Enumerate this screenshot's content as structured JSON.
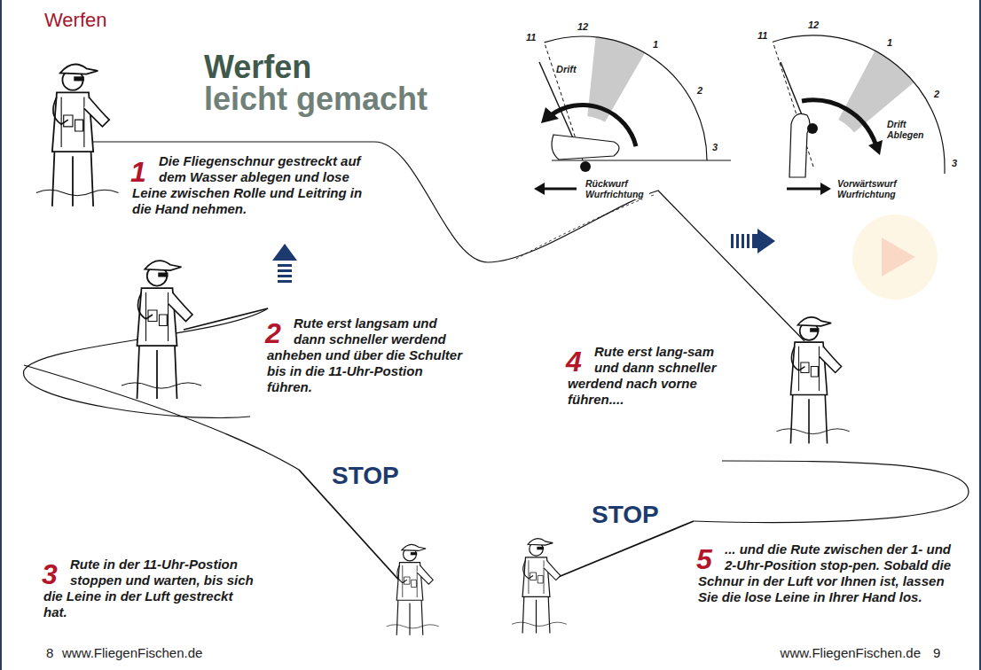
{
  "diagram": {
    "title": "Werfen leicht gemacht",
    "labels": [
      "Werfen",
      "1",
      "Die Fliegenschnur gestreckt auf dem Wasser ablegen und lose Leine zwischen Rolle und Leitring in die Hand nehmen.",
      "2",
      "Rute erst langsam und dann schneller werdend anheben und über die Schulter bis in die 11-Uhr-Postion führen.",
      "3",
      "Rute in der 11-Uhr-Postion stoppen und warten, bis sich die Leine in der Luft gestreckt hat.",
      "4",
      "Rute erst lang-sam und dann schneller werdend nach vorne führen....",
      "5",
      "... und die Rute zwischen der 1- und 2-Uhr-Position stop-pen. Sobald die Schnur in der Luft vor Ihnen ist, lassen Sie die lose Leine in Ihrer Hand los.",
      "STOP",
      "STOP",
      "11",
      "12",
      "1",
      "2",
      "3",
      "Drift",
      "Rückwurf Wurfrichtung",
      "11",
      "12",
      "1",
      "2",
      "3",
      "Drift Ablegen",
      "Vorwärtswurf Wurfrichtung",
      "8",
      "www.FliegenFischen.de",
      "www.FliegenFischen.de",
      "9"
    ]
  }
}
